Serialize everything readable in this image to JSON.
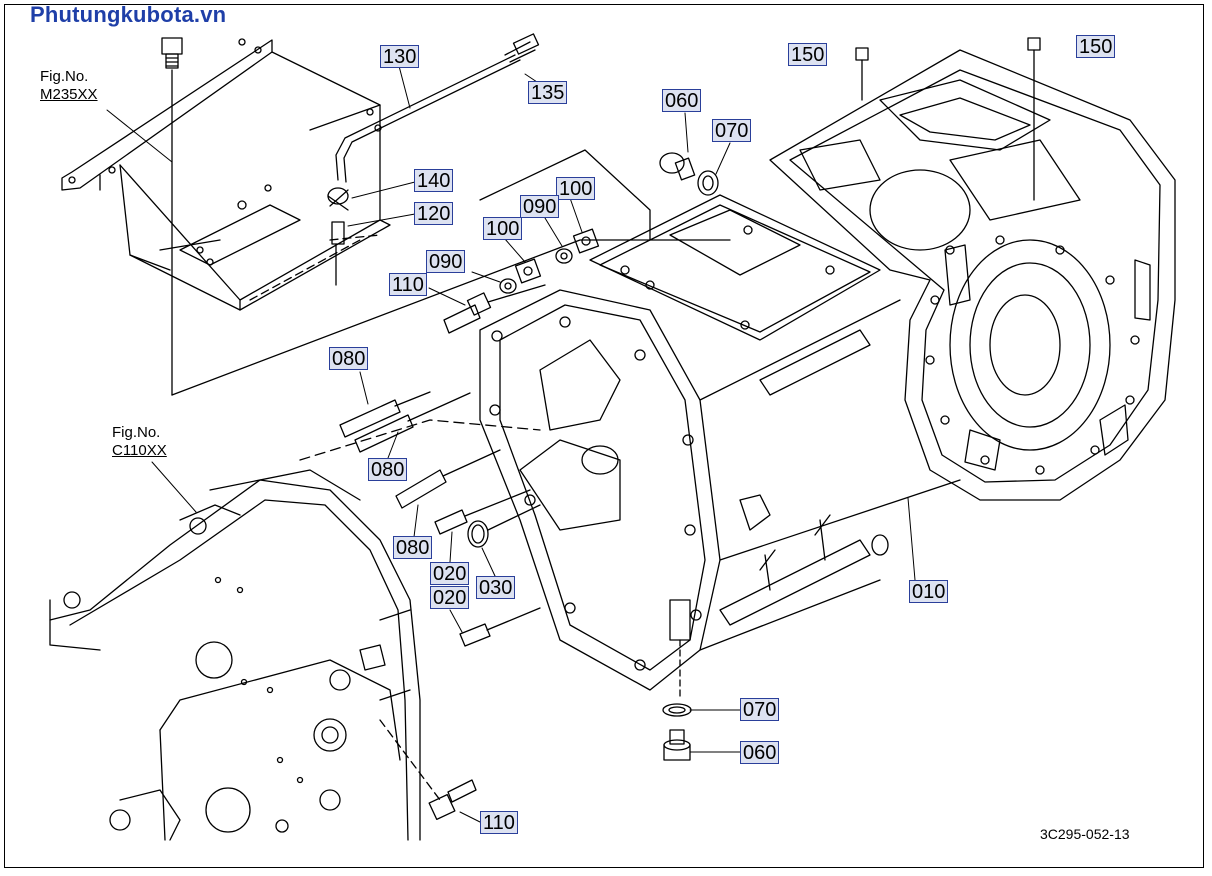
{
  "site_title": "Phutungkubota.vn",
  "drawing_code": "3C295-052-13",
  "figure_refs": [
    {
      "label": "Fig.No.",
      "code": "M235XX"
    },
    {
      "label": "Fig.No.",
      "code": "C110XX"
    }
  ],
  "callouts": [
    {
      "part": "130"
    },
    {
      "part": "135"
    },
    {
      "part": "150"
    },
    {
      "part": "150"
    },
    {
      "part": "060"
    },
    {
      "part": "070"
    },
    {
      "part": "140"
    },
    {
      "part": "120"
    },
    {
      "part": "100"
    },
    {
      "part": "090"
    },
    {
      "part": "100"
    },
    {
      "part": "090"
    },
    {
      "part": "110"
    },
    {
      "part": "080"
    },
    {
      "part": "080"
    },
    {
      "part": "080"
    },
    {
      "part": "020"
    },
    {
      "part": "030"
    },
    {
      "part": "020"
    },
    {
      "part": "010"
    },
    {
      "part": "070"
    },
    {
      "part": "060"
    },
    {
      "part": "110"
    }
  ]
}
